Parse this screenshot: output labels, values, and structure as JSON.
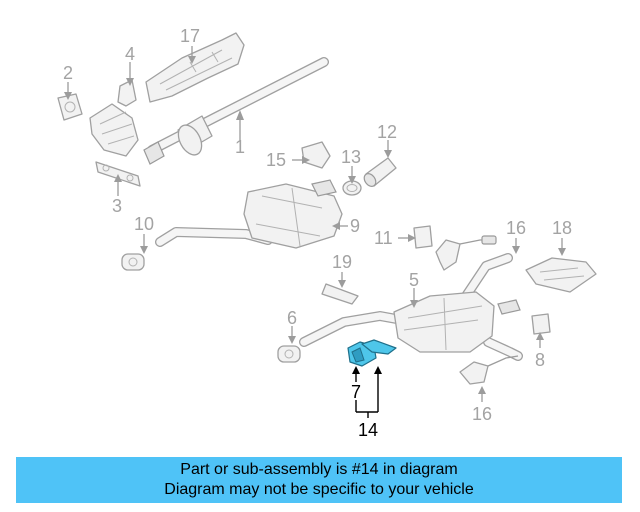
{
  "callouts": {
    "c1": "1",
    "c2": "2",
    "c3": "3",
    "c4": "4",
    "c5": "5",
    "c6": "6",
    "c7": "7",
    "c8": "8",
    "c9": "9",
    "c10": "10",
    "c11": "11",
    "c12": "12",
    "c13": "13",
    "c14": "14",
    "c15": "15",
    "c16a": "16",
    "c16b": "16",
    "c17": "17",
    "c18": "18",
    "c19": "19"
  },
  "banner": {
    "line1": "Part or sub-assembly is #14 in diagram",
    "line2": "Diagram may not be specific to your vehicle"
  },
  "colors": {
    "highlight": "#4ec6ea",
    "banner": "#4fc3f7",
    "part_outline": "#a0a0a0"
  }
}
